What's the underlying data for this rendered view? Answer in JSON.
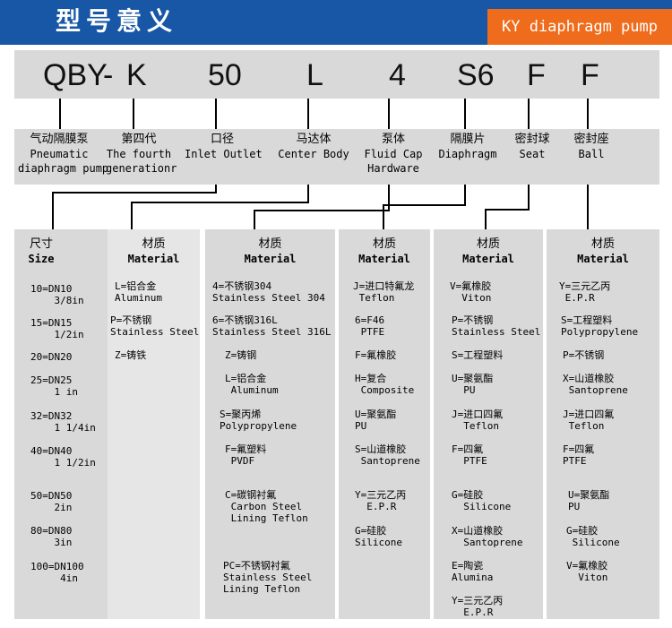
{
  "header": {
    "title": "型号意义",
    "tag": "KY diaphragm pump"
  },
  "codes": [
    "QBY",
    "-",
    "K",
    "50",
    "L",
    "4",
    "S6",
    "F",
    "F"
  ],
  "labels": [
    {
      "zh": "气动隔膜泵",
      "en1": "Pneumatic",
      "en2": "diaphragm pump"
    },
    {
      "zh": "第四代",
      "en1": "The fourth",
      "en2": "generationr"
    },
    {
      "zh": "口径",
      "en1": "Inlet Outlet",
      "en2": ""
    },
    {
      "zh": "马达体",
      "en1": "Center Body",
      "en2": ""
    },
    {
      "zh": "泵体",
      "en1": "Fluid Cap",
      "en2": "Hardware"
    },
    {
      "zh": "隔膜片",
      "en1": "Diaphragm",
      "en2": ""
    },
    {
      "zh": "密封球",
      "en1": "Seat",
      "en2": ""
    },
    {
      "zh": "密封座",
      "en1": "Ball",
      "en2": ""
    }
  ],
  "columns": [
    {
      "zh": "尺寸",
      "en": "Size",
      "items": [
        "10=DN10\n    3/8in",
        "15=DN15\n    1/2in",
        "20=DN20",
        "25=DN25\n    1 in",
        "32=DN32\n    1 1/4in",
        "40=DN40\n    1 1/2in",
        "50=DN50\n    2in",
        "80=DN80\n    3in",
        "100=DN100\n     4in"
      ]
    },
    {
      "zh": "材质",
      "en": "Material",
      "items": [
        "L=铝合金\nAluminum",
        "P=不锈钢\nStainless Steel",
        "Z=铸铁"
      ]
    },
    {
      "zh": "材质",
      "en": "Material",
      "items": [
        "4=不锈钢304\nStainless Steel 304",
        "6=不锈钢316L\nStainless Steel 316L",
        "Z=铸钢",
        "L=铝合金\n Aluminum",
        "S=聚丙烯\nPolypropylene",
        "F=氟塑料\n PVDF",
        "C=碳钢衬氟\n Carbon Steel\n Lining Teflon",
        "PC=不锈钢衬氟\nStainless Steel\nLining Teflon"
      ]
    },
    {
      "zh": "材质",
      "en": "Material",
      "items": [
        "J=进口特氟龙\n Teflon",
        "6=F46\n PTFE",
        "F=氟橡胶",
        "H=复合\n Composite",
        "U=聚氨酯\nPU",
        "S=山道橡胶\n Santoprene",
        "Y=三元乙丙\n  E.P.R",
        "G=硅胶\nSilicone"
      ]
    },
    {
      "zh": "材质",
      "en": "Material",
      "items": [
        "V=氟橡胶\n  Viton",
        "P=不锈钢\nStainless Steel",
        "S=工程塑料",
        "U=聚氨酯\n  PU",
        "J=进口四氟\n  Teflon",
        "F=四氟\n  PTFE",
        "G=硅胶\n  Silicone",
        "X=山道橡胶\n  Santoprene",
        "E=陶瓷\nAlumina",
        "Y=三元乙丙\n  E.P.R"
      ]
    },
    {
      "zh": "材质",
      "en": "Material",
      "items": [
        "Y=三元乙丙\n E.P.R",
        "S=工程塑料\nPolypropylene",
        "P=不锈钢",
        "X=山道橡胶\n Santoprene",
        "J=进口四氟\n Teflon",
        "F=四氟\nPTFE",
        "U=聚氨酯\nPU",
        "G=硅胶\n Silicone",
        "V=氟橡胶\n  Viton"
      ]
    }
  ],
  "colors": {
    "header": "#1757a6",
    "tag": "#ef6c1c",
    "panel": "#d9d9d9"
  }
}
